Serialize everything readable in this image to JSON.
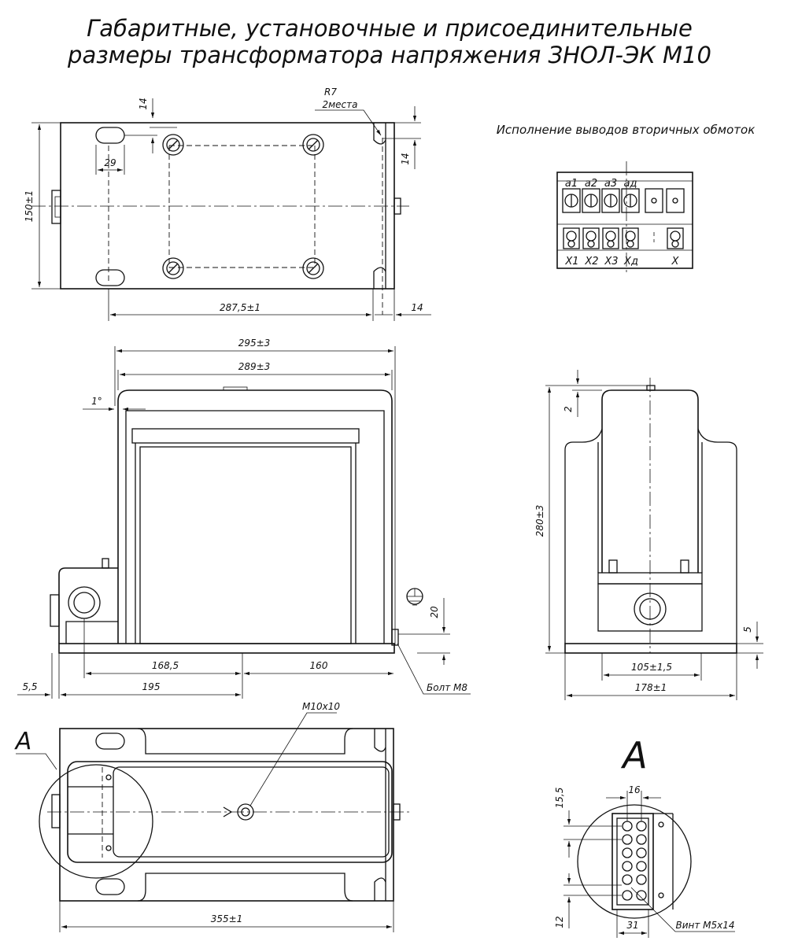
{
  "title": {
    "line1": "Габаритные, установочные и присоединительные",
    "line2": "размеры трансформатора напряжения ЗНОЛ-ЭК М10"
  },
  "top_view": {
    "radius_label": "R7",
    "radius_note": "2места",
    "dim_slot_top": "14",
    "dim_slot_width": "29",
    "dim_edge_right": "14",
    "dim_height": "150±1",
    "dim_mount_length": "287,5±1",
    "dim_flange": "14"
  },
  "secondary_terminals": {
    "caption": "Исполнение выводов вторичных обмоток",
    "top_labels": [
      "a1",
      "a2",
      "a3",
      "aд"
    ],
    "bottom_labels": [
      "X1",
      "X2",
      "X3",
      "Xд",
      "X"
    ]
  },
  "front_view": {
    "dim_overall": "295±3",
    "dim_body": "289±3",
    "angle": "1°",
    "dim_168": "168,5",
    "dim_160": "160",
    "dim_195": "195",
    "dim_5_5": "5,5",
    "dim_20": "20",
    "bolt_label": "Болт М8"
  },
  "side_view": {
    "dim_2": "2",
    "dim_height": "280±3",
    "dim_5": "5",
    "dim_base": "105±1,5",
    "dim_overall": "178±1"
  },
  "plan_view": {
    "section_letter": "A",
    "thread_label": "М10х10",
    "dim_length": "355±1"
  },
  "detail_a": {
    "letter": "A",
    "dim_15_5": "15,5",
    "dim_16": "16",
    "dim_12": "12",
    "dim_31": "31",
    "screw_label": "Винт М5х14"
  }
}
